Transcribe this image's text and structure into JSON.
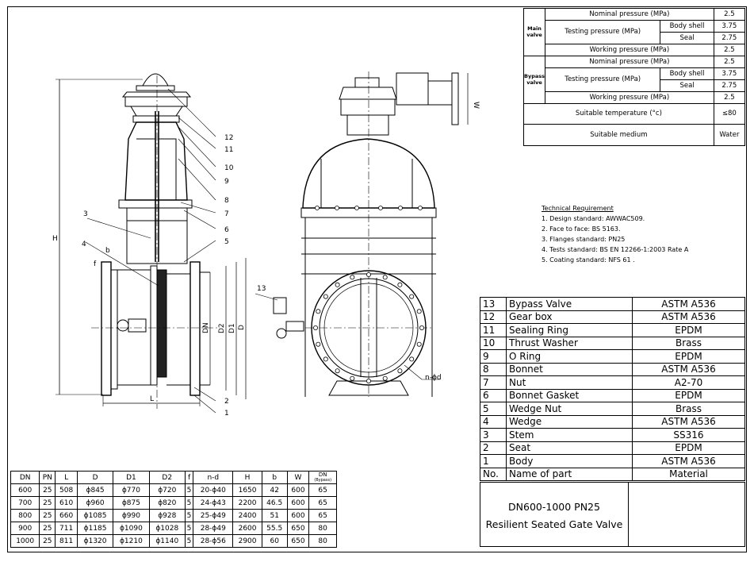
{
  "specs": {
    "main_valve": "Main valve",
    "nominal_pressure_label": "Nominal pressure (MPa)",
    "nominal_pressure_main": "2.5",
    "testing_pressure_label": "Testing pressure (MPa)",
    "body_shell_label": "Body shell",
    "body_shell_main": "3.75",
    "seal_label": "Seal",
    "seal_main": "2.75",
    "working_pressure_label": "Working pressure (MPa)",
    "working_pressure_main": "2.5",
    "bypass_valve": "Bypass valve",
    "nominal_pressure_bypass": "2.5",
    "body_shell_bypass": "3.75",
    "seal_bypass": "2.75",
    "working_pressure_bypass": "2.5",
    "suitable_temperature_label": "Suitable temperature (°c)",
    "suitable_temperature_value": "≤80",
    "suitable_medium_label": "Suitable medium",
    "suitable_medium_value": "Water"
  },
  "tech": {
    "title": "Technical Requirement",
    "items": [
      "1. Design standard: AWWAC509.",
      "2. Face to face: BS 5163.",
      "3. Flanges standard: PN25",
      "4. Tests standard: BS EN 12266-1:2003 Rate A",
      "5. Coating standard: NFS 61 ."
    ]
  },
  "parts": {
    "rows": [
      [
        "13",
        "Bypass Valve",
        "ASTM A536"
      ],
      [
        "12",
        "Gear box",
        "ASTM A536"
      ],
      [
        "11",
        "Sealing Ring",
        "EPDM"
      ],
      [
        "10",
        "Thrust Washer",
        "Brass"
      ],
      [
        "9",
        "O Ring",
        "EPDM"
      ],
      [
        "8",
        "Bonnet",
        "ASTM A536"
      ],
      [
        "7",
        "Nut",
        "A2-70"
      ],
      [
        "6",
        "Bonnet Gasket",
        "EPDM"
      ],
      [
        "5",
        "Wedge Nut",
        "Brass"
      ],
      [
        "4",
        "Wedge",
        "ASTM A536"
      ],
      [
        "3",
        "Stem",
        "SS316"
      ],
      [
        "2",
        "Seat",
        "EPDM"
      ],
      [
        "1",
        "Body",
        "ASTM A536"
      ]
    ],
    "header": [
      "No.",
      "Name of part",
      "Material"
    ]
  },
  "title": {
    "line1": "DN600-1000  PN25",
    "line2": "Resilient Seated Gate Valve"
  },
  "dims": {
    "headers": [
      "DN",
      "PN",
      "L",
      "D",
      "D1",
      "D2",
      "f",
      "n-d",
      "H",
      "b",
      "W"
    ],
    "dn_bypass_top": "DN",
    "dn_bypass_bottom": "(Bypass)",
    "rows": [
      [
        "600",
        "25",
        "508",
        "ϕ845",
        "ϕ770",
        "ϕ720",
        "5",
        "20-ϕ40",
        "1650",
        "42",
        "600",
        "65"
      ],
      [
        "700",
        "25",
        "610",
        "ϕ960",
        "ϕ875",
        "ϕ820",
        "5",
        "24-ϕ43",
        "2200",
        "46.5",
        "600",
        "65"
      ],
      [
        "800",
        "25",
        "660",
        "ϕ1085",
        "ϕ990",
        "ϕ928",
        "5",
        "25-ϕ49",
        "2400",
        "51",
        "600",
        "65"
      ],
      [
        "900",
        "25",
        "711",
        "ϕ1185",
        "ϕ1090",
        "ϕ1028",
        "5",
        "28-ϕ49",
        "2600",
        "55.5",
        "650",
        "80"
      ],
      [
        "1000",
        "25",
        "811",
        "ϕ1320",
        "ϕ1210",
        "ϕ1140",
        "5",
        "28-ϕ56",
        "2900",
        "60",
        "650",
        "80"
      ]
    ]
  },
  "drawing_labels": {
    "callouts": [
      "12",
      "11",
      "10",
      "9",
      "8",
      "7",
      "6",
      "5",
      "4",
      "3",
      "2",
      "1",
      "13"
    ],
    "dim_H": "H",
    "dim_L": "L",
    "dim_f": "f",
    "dim_b": "b",
    "dim_DN": "DN",
    "dim_D2": "D2",
    "dim_D1": "D1",
    "dim_D": "D",
    "dim_W": "W",
    "dim_nd": "n-ϕd"
  }
}
